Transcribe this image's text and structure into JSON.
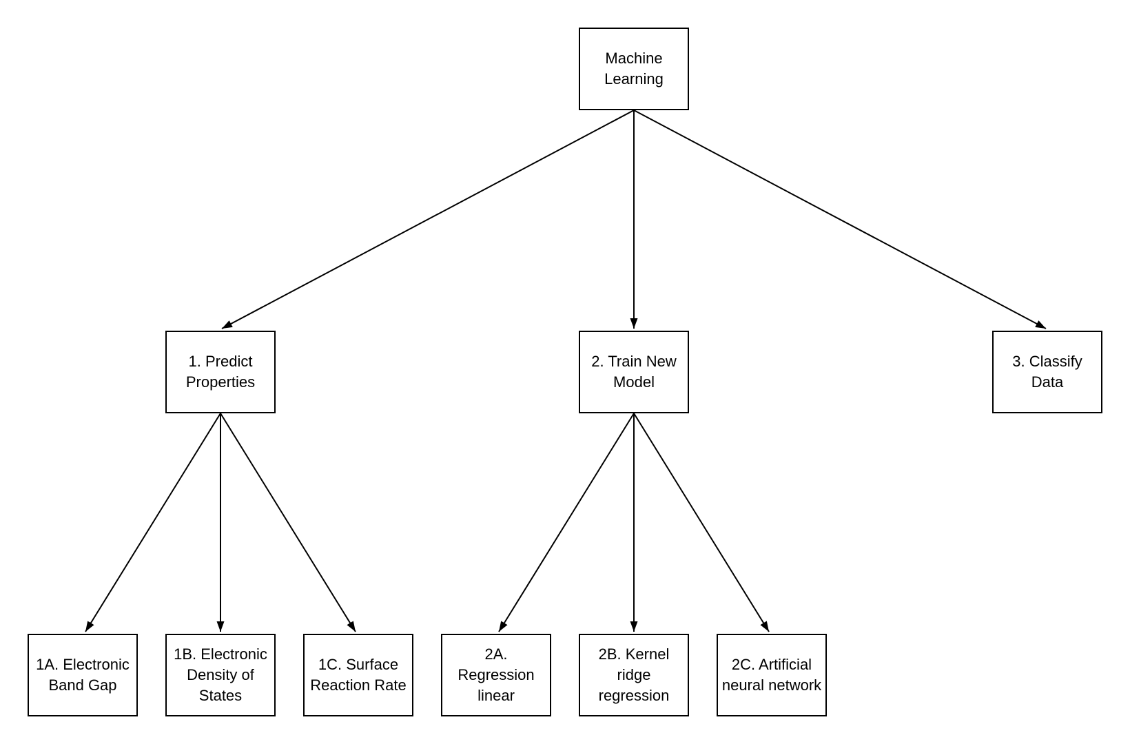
{
  "diagram": {
    "colors": {
      "background": "#ffffff",
      "node_fill": "#ffffff",
      "node_stroke": "#000000",
      "text": "#000000",
      "arrow": "#000000"
    },
    "nodes": [
      {
        "id": "machine-learning",
        "label": "Machine\nLearning"
      },
      {
        "id": "predict-properties",
        "label": "1. Predict\nProperties"
      },
      {
        "id": "train-new-model",
        "label": "2. Train New\nModel"
      },
      {
        "id": "classify-data",
        "label": "3. Classify\nData"
      },
      {
        "id": "electronic-band-gap",
        "label": "1A. Electronic\nBand Gap"
      },
      {
        "id": "electronic-density-states",
        "label": "1B. Electronic\nDensity of\nStates"
      },
      {
        "id": "surface-reaction-rate",
        "label": "1C. Surface\nReaction Rate"
      },
      {
        "id": "regression-linear",
        "label": "2A.\nRegression\nlinear"
      },
      {
        "id": "kernel-ridge-regression",
        "label": "2B. Kernel\nridge\nregression"
      },
      {
        "id": "artificial-neural-network",
        "label": "2C. Artificial\nneural network"
      }
    ],
    "edges": [
      {
        "from": "machine-learning",
        "to": "predict-properties"
      },
      {
        "from": "machine-learning",
        "to": "train-new-model"
      },
      {
        "from": "machine-learning",
        "to": "classify-data"
      },
      {
        "from": "predict-properties",
        "to": "electronic-band-gap"
      },
      {
        "from": "predict-properties",
        "to": "electronic-density-states"
      },
      {
        "from": "predict-properties",
        "to": "surface-reaction-rate"
      },
      {
        "from": "train-new-model",
        "to": "regression-linear"
      },
      {
        "from": "train-new-model",
        "to": "kernel-ridge-regression"
      },
      {
        "from": "train-new-model",
        "to": "artificial-neural-network"
      }
    ]
  }
}
